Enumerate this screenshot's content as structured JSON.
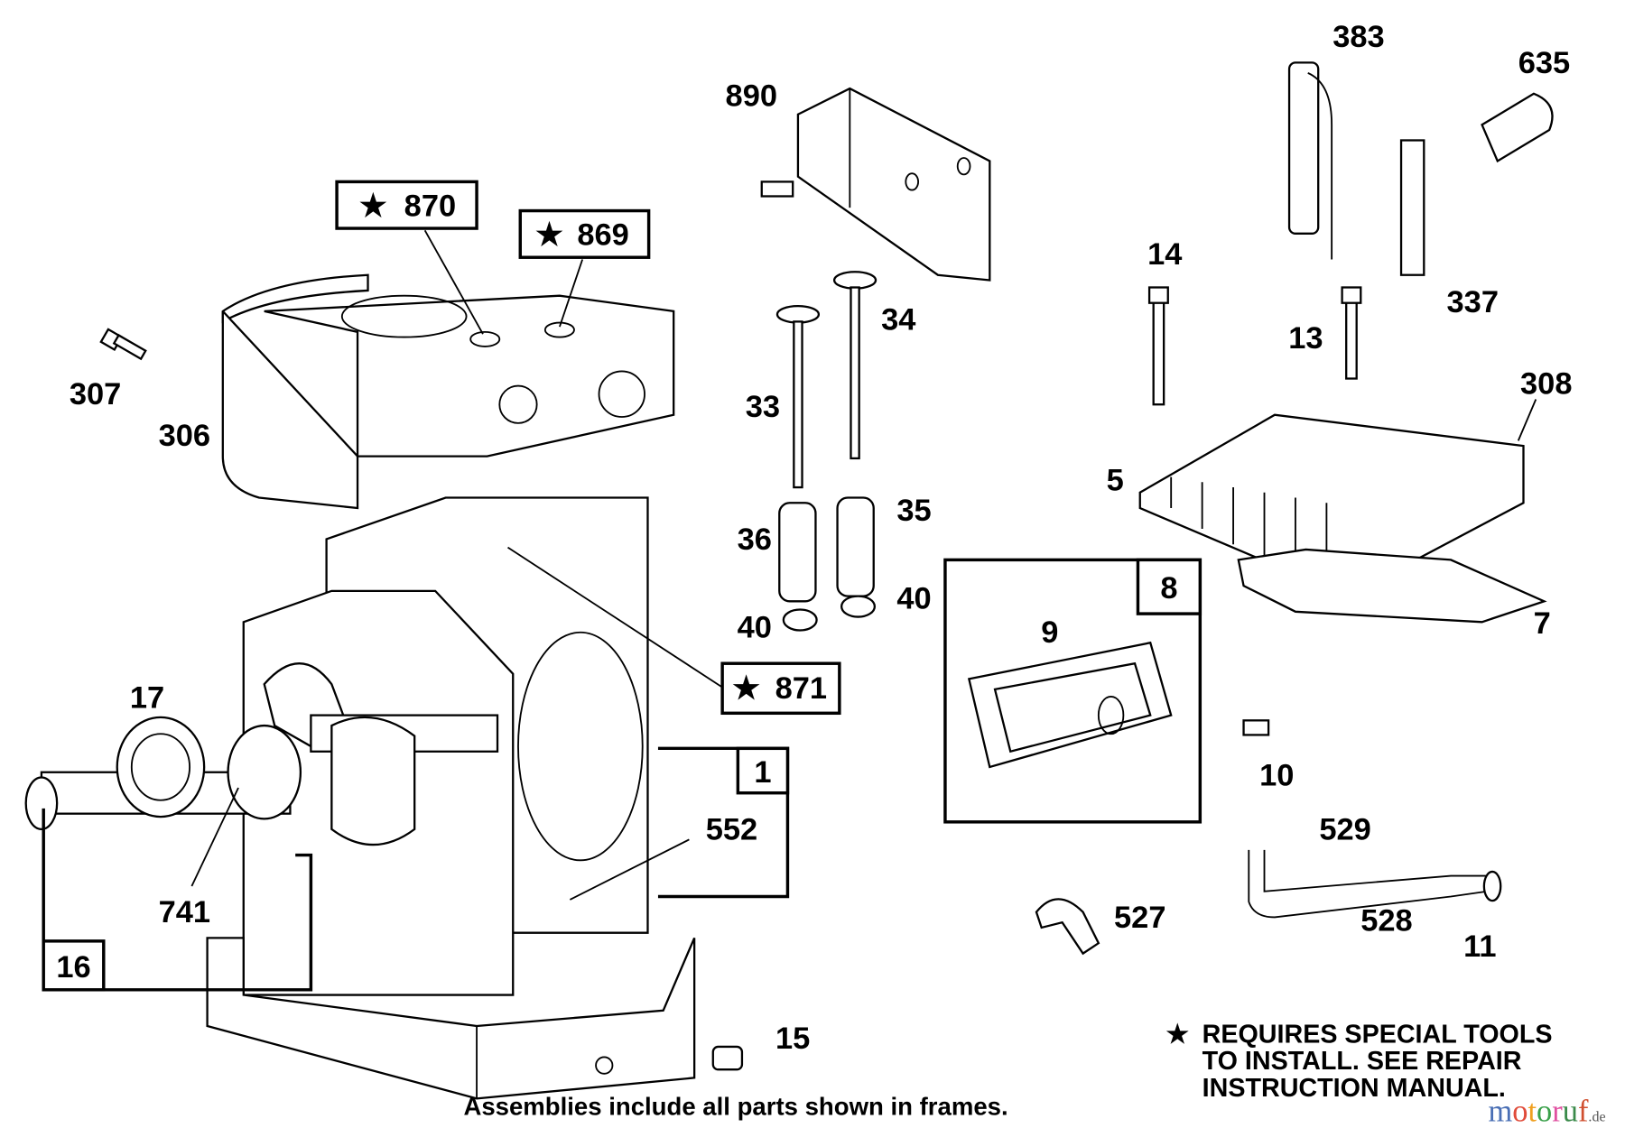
{
  "diagram": {
    "callouts": [
      "890",
      "307",
      "306",
      "34",
      "33",
      "36",
      "35",
      "40",
      "40",
      "17",
      "741",
      "552",
      "15",
      "383",
      "635",
      "14",
      "13",
      "337",
      "308",
      "5",
      "7",
      "9",
      "10",
      "529",
      "527",
      "528",
      "11"
    ],
    "starred_callouts": [
      "870",
      "869",
      "871"
    ],
    "frame_labels": [
      "16",
      "1",
      "8"
    ],
    "star_symbol": "★",
    "note_lines": [
      "REQUIRES SPECIAL TOOLS",
      "TO INSTALL.  SEE REPAIR",
      "INSTRUCTION MANUAL."
    ],
    "footer": "Assemblies include all parts shown in frames.",
    "watermark": {
      "main": "motoruf",
      "suffix": ".de"
    }
  }
}
